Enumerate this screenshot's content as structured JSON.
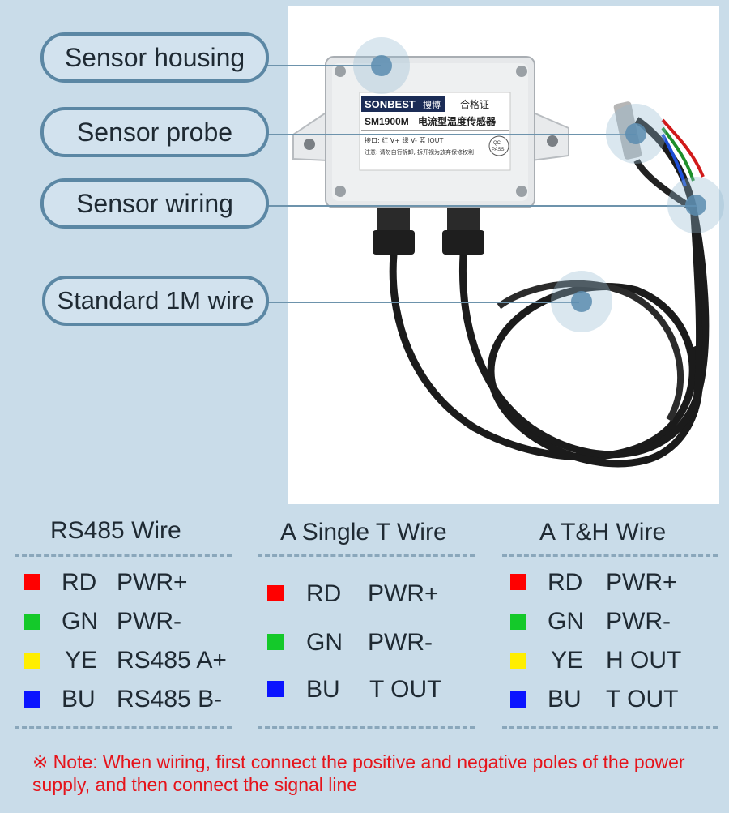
{
  "callouts": [
    {
      "label": "Sensor housing"
    },
    {
      "label": "Sensor probe"
    },
    {
      "label": "Sensor wiring"
    },
    {
      "label": "Standard 1M wire"
    }
  ],
  "device_label": {
    "brand": "SONBEST",
    "brand_cn": "搜博",
    "qualified": "合格证",
    "model": "SM1900M",
    "model_desc": "电流型温度传感器",
    "interface_line": "接口: 红 V+  绿 V-  蓝 IOUT",
    "warning_line": "注意: 请勿自行拆卸, 拆开视为放弃保修权利",
    "qc": "QC",
    "pass": "PASS"
  },
  "colors": {
    "RD": "#ff0000",
    "GN": "#14c92a",
    "YE": "#ffee00",
    "BU": "#0b14ff"
  },
  "tables": [
    {
      "title": "RS485 Wire",
      "rows": [
        {
          "color": "RD",
          "func": "PWR+"
        },
        {
          "color": "GN",
          "func": "PWR-"
        },
        {
          "color": "YE",
          "func": "RS485 A+"
        },
        {
          "color": "BU",
          "func": "RS485 B-"
        }
      ]
    },
    {
      "title": "A Single T Wire",
      "rows": [
        {
          "color": "RD",
          "func": "PWR+"
        },
        {
          "color": "GN",
          "func": "PWR-"
        },
        {
          "color": "BU",
          "func": "T OUT"
        }
      ]
    },
    {
      "title": "A T&H Wire",
      "rows": [
        {
          "color": "RD",
          "func": "PWR+"
        },
        {
          "color": "GN",
          "func": "PWR-"
        },
        {
          "color": "YE",
          "func": "H OUT"
        },
        {
          "color": "BU",
          "func": "T OUT"
        }
      ]
    }
  ],
  "note": "※ Note: When wiring, first connect the positive and negative poles of the power supply, and then connect the signal line"
}
